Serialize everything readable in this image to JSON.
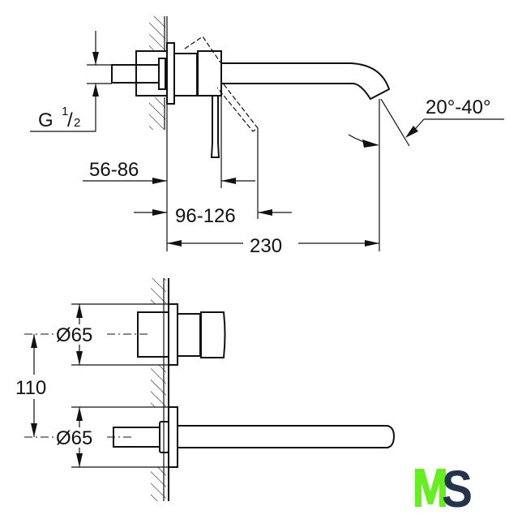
{
  "drawing": {
    "side_view": {
      "thread_label": "G",
      "thread_num": "1",
      "thread_den": "2",
      "dim_wall_depth": "56-86",
      "dim_lever": "96-126",
      "dim_projection": "230",
      "dim_angle": "20°-40°"
    },
    "front_view": {
      "dim_diameter_top": "Ø65",
      "dim_diameter_bottom": "Ø65",
      "dim_spacing": "110"
    },
    "logo": {
      "text": "MS",
      "m_color": "#66ee22",
      "s_color": "#24344a"
    }
  }
}
